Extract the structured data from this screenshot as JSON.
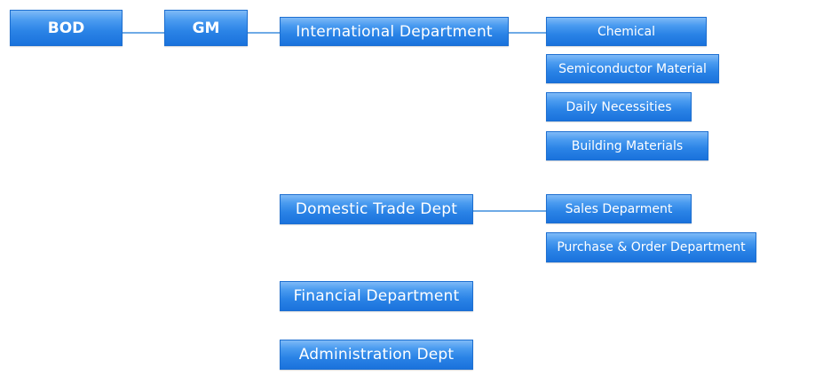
{
  "org_chart": {
    "root": "BOD",
    "gm": "GM",
    "departments": [
      {
        "name": "International Department",
        "units": [
          "Chemical",
          "Semiconductor Material",
          "Daily Necessities",
          "Building Materials"
        ]
      },
      {
        "name": "Domestic Trade Dept",
        "units": [
          "Sales Deparment",
          "Purchase & Order Department"
        ]
      },
      {
        "name": "Financial Department",
        "units": []
      },
      {
        "name": "Administration Dept",
        "units": []
      }
    ]
  },
  "colors": {
    "box_top": "#7fbaf7",
    "box_bottom": "#1a72dc",
    "connector": "#3e8ede",
    "text": "#ffffff"
  }
}
